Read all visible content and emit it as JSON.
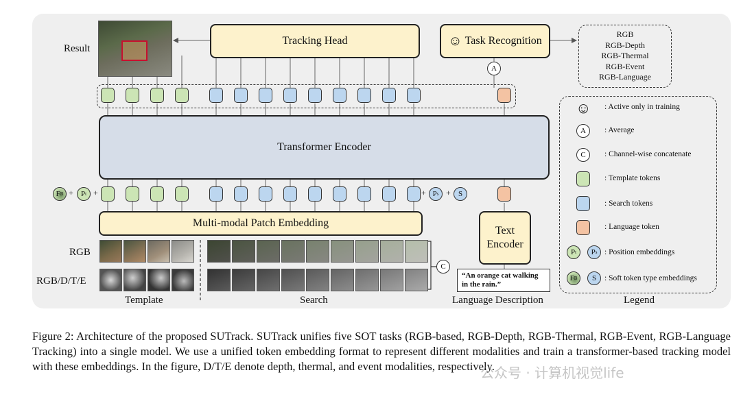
{
  "figure": {
    "tracking_head": "Tracking Head",
    "task_recognition": "Task Recognition",
    "task_recognition_icon": "smiley-icon",
    "tasks": [
      "RGB",
      "RGB-Depth",
      "RGB-Thermal",
      "RGB-Event",
      "RGB-Language"
    ],
    "result_label": "Result",
    "transformer_encoder": "Transformer Encoder",
    "patch_embedding": "Multi-modal Patch Embedding",
    "text_encoder_line1": "Text",
    "text_encoder_line2": "Encoder",
    "language_quote_line1": "“An orange cat walking",
    "language_quote_line2": "in the rain.”",
    "row_rgb": "RGB",
    "row_rgbdte": "RGB/D/T/E",
    "template_label": "Template",
    "search_label": "Search",
    "language_description_label": "Language Description",
    "legend_label": "Legend",
    "circle_average": "A",
    "circle_concat": "C",
    "fb_symbol": "F",
    "fb_sub": "B",
    "pt_symbol": "P",
    "pt_sub": "t",
    "ps_symbol": "P",
    "ps_sub": "s",
    "s_symbol": "S",
    "plus": "+",
    "legend": {
      "active_training": ": Active only in training",
      "average": ": Average",
      "channel_concat": ": Channel-wise concatenate",
      "template_tokens": ": Template tokens",
      "search_tokens": ": Search tokens",
      "language_token": ": Language token",
      "position_embeddings": ": Position embeddings",
      "soft_token_type": ": Soft token type embeddings"
    },
    "colors": {
      "template_token": "#cce5b5",
      "search_token": "#bcd6ef",
      "language_token": "#f4c3a3",
      "head_box": "#fdf2cc",
      "encoder_box": "#d6dde8",
      "result_box": "#c8102e"
    }
  },
  "caption": {
    "text": "Figure 2: Architecture of the proposed SUTrack. SUTrack unifies five SOT tasks (RGB-based, RGB-Depth, RGB-Thermal, RGB-Event, RGB-Language Tracking) into a single model. We use a unified token embedding format to represent different modalities and train a transformer-based tracking model with these embeddings. In the figure, D/T/E denote depth, thermal, and event modalities, respectively."
  },
  "watermark": {
    "text": "公众号 · 计算机视觉life"
  }
}
